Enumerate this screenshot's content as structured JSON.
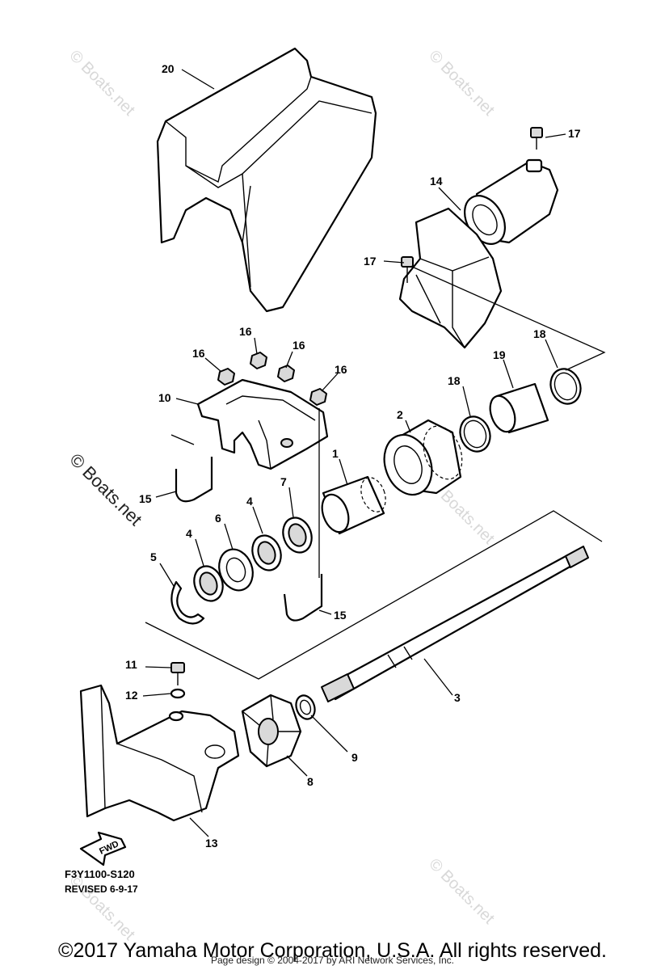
{
  "callouts": [
    {
      "id": "c20",
      "label": "20"
    },
    {
      "id": "c17a",
      "label": "17"
    },
    {
      "id": "c14",
      "label": "14"
    },
    {
      "id": "c17b",
      "label": "17"
    },
    {
      "id": "c16a",
      "label": "16"
    },
    {
      "id": "c16b",
      "label": "16"
    },
    {
      "id": "c16c",
      "label": "16"
    },
    {
      "id": "c16d",
      "label": "16"
    },
    {
      "id": "c10",
      "label": "10"
    },
    {
      "id": "c18a",
      "label": "18"
    },
    {
      "id": "c19",
      "label": "19"
    },
    {
      "id": "c18b",
      "label": "18"
    },
    {
      "id": "c2",
      "label": "2"
    },
    {
      "id": "c1",
      "label": "1"
    },
    {
      "id": "c7",
      "label": "7"
    },
    {
      "id": "c4a",
      "label": "4"
    },
    {
      "id": "c6",
      "label": "6"
    },
    {
      "id": "c4b",
      "label": "4"
    },
    {
      "id": "c5",
      "label": "5"
    },
    {
      "id": "c15a",
      "label": "15"
    },
    {
      "id": "c15b",
      "label": "15"
    },
    {
      "id": "c11",
      "label": "11"
    },
    {
      "id": "c12",
      "label": "12"
    },
    {
      "id": "c3",
      "label": "3"
    },
    {
      "id": "c9",
      "label": "9"
    },
    {
      "id": "c8",
      "label": "8"
    },
    {
      "id": "c13",
      "label": "13"
    }
  ],
  "fwd_label": "FWD",
  "diagram_code": "F3Y1100-S120",
  "revision": "REVISED 6-9-17",
  "watermark": "© Boats.net",
  "copyright": "©2017 Yamaha Motor Corporation, U.S.A. All rights reserved.",
  "page_design": "Page design © 2004-2017 by ARI Network Services, Inc."
}
